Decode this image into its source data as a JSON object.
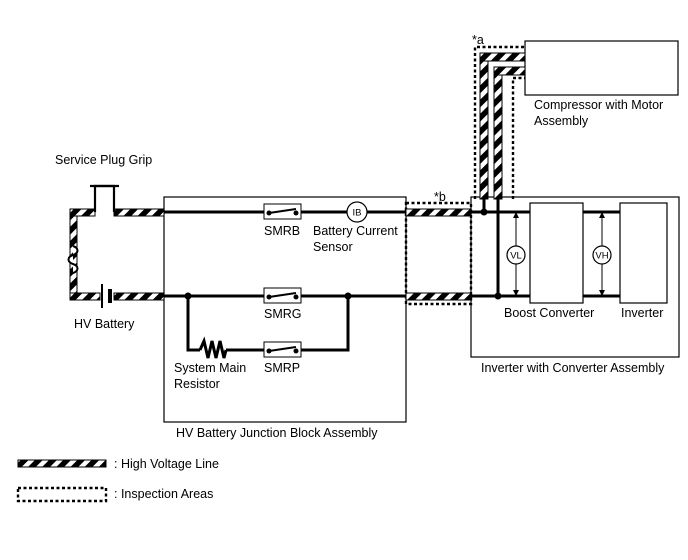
{
  "labels": {
    "service_plug_grip": "Service Plug Grip",
    "hv_battery": "HV Battery",
    "smrb": "SMRB",
    "smrg": "SMRG",
    "smrp": "SMRP",
    "battery_current_sensor_1": "Battery Current",
    "battery_current_sensor_2": "Sensor",
    "system_main_resistor_1": "System Main",
    "system_main_resistor_2": "Resistor",
    "junction_block": "HV Battery Junction Block Assembly",
    "compressor_1": "Compressor with Motor",
    "compressor_2": "Assembly",
    "boost_converter": "Boost Converter",
    "inverter": "Inverter",
    "inverter_assembly": "Inverter with Converter Assembly",
    "marker_a": "*a",
    "marker_b": "*b"
  },
  "sensors": {
    "ib": "IB",
    "vl": "VL",
    "vh": "VH"
  },
  "legend": {
    "high_voltage": ": High Voltage Line",
    "inspection": ": Inspection Areas"
  },
  "icons": [
    "battery-cell-icon",
    "resistor-zigzag-icon",
    "relay-switch-icon",
    "fuse-coil-icon"
  ]
}
